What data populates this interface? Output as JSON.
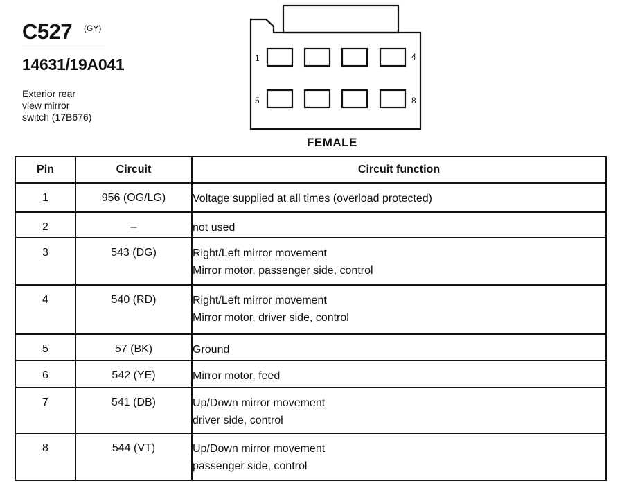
{
  "header": {
    "connector_id": "C527",
    "color_code": "(GY)",
    "part_number": "14631/19A041",
    "description_lines": [
      "Exterior rear",
      "view mirror",
      "switch (17B676)"
    ]
  },
  "connector": {
    "gender": "FEMALE",
    "pin_labels": {
      "top_left": "1",
      "top_right": "4",
      "bottom_left": "5",
      "bottom_right": "8"
    },
    "cavity_rows": 2,
    "cavities_per_row": 4
  },
  "table": {
    "headers": {
      "pin": "Pin",
      "circuit": "Circuit",
      "function": "Circuit function"
    },
    "rows": [
      {
        "pin": "1",
        "circuit": "956 (OG/LG)",
        "function": [
          "Voltage supplied at all times (overload protected)"
        ]
      },
      {
        "pin": "2",
        "circuit": "–",
        "function": [
          "not used"
        ]
      },
      {
        "pin": "3",
        "circuit": "543 (DG)",
        "function": [
          "Right/Left mirror movement",
          "Mirror motor, passenger side, control"
        ]
      },
      {
        "pin": "4",
        "circuit": "540 (RD)",
        "function": [
          "Right/Left mirror movement",
          "Mirror motor, driver side, control"
        ]
      },
      {
        "pin": "5",
        "circuit": "57 (BK)",
        "function": [
          "Ground"
        ]
      },
      {
        "pin": "6",
        "circuit": "542 (YE)",
        "function": [
          "Mirror motor, feed"
        ]
      },
      {
        "pin": "7",
        "circuit": "541 (DB)",
        "function": [
          "Up/Down mirror movement",
          "driver side, control"
        ]
      },
      {
        "pin": "8",
        "circuit": "544 (VT)",
        "function": [
          "Up/Down mirror movement",
          "passenger side, control"
        ]
      }
    ]
  }
}
